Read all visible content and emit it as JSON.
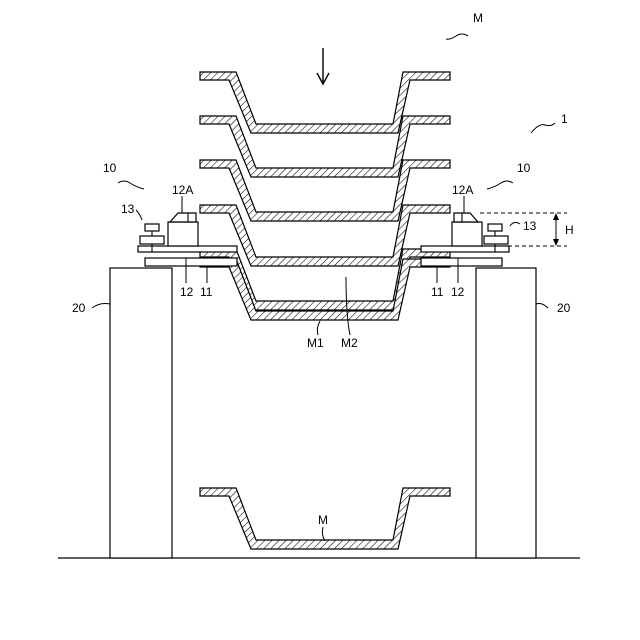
{
  "labels": {
    "m_top": "M",
    "ref_1": "1",
    "ref_10_left": "10",
    "ref_10_right": "10",
    "ref_12a_left": "12A",
    "ref_12a_right": "12A",
    "ref_13_left": "13",
    "ref_13_right": "13",
    "ref_h": "H",
    "ref_20_left": "20",
    "ref_20_right": "20",
    "ref_12_left": "12",
    "ref_11_left": "11",
    "ref_11_right": "11",
    "ref_12_right": "12",
    "ref_m1": "M1",
    "ref_m2": "M2",
    "m_bottom": "M"
  }
}
